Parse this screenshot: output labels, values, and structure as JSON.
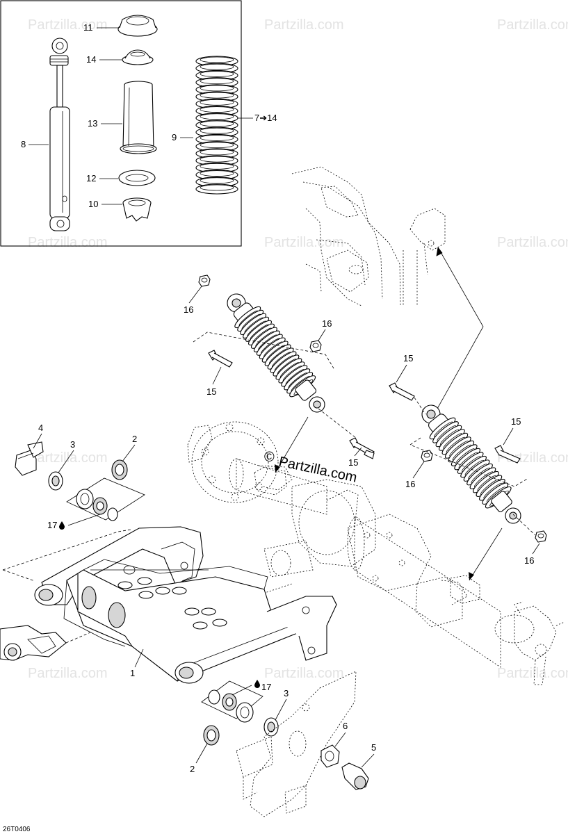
{
  "watermark": {
    "brand": "Partzilla.com",
    "symbol": "©"
  },
  "diagram_code": "26T0406",
  "callouts": {
    "c1": "1",
    "c2a": "2",
    "c2b": "2",
    "c3a": "3",
    "c3b": "3",
    "c4": "4",
    "c5": "5",
    "c6": "6",
    "c7_14": "7➔14",
    "c8": "8",
    "c9": "9",
    "c10": "10",
    "c11": "11",
    "c12": "12",
    "c13": "13",
    "c14": "14",
    "c15a": "15",
    "c15b": "15",
    "c15c": "15",
    "c15d": "15",
    "c16a": "16",
    "c16b": "16",
    "c16c": "16",
    "c16d": "16",
    "c17a": "17",
    "c17b": "17"
  },
  "icons": {
    "lubricant": "oil-drop-icon"
  }
}
